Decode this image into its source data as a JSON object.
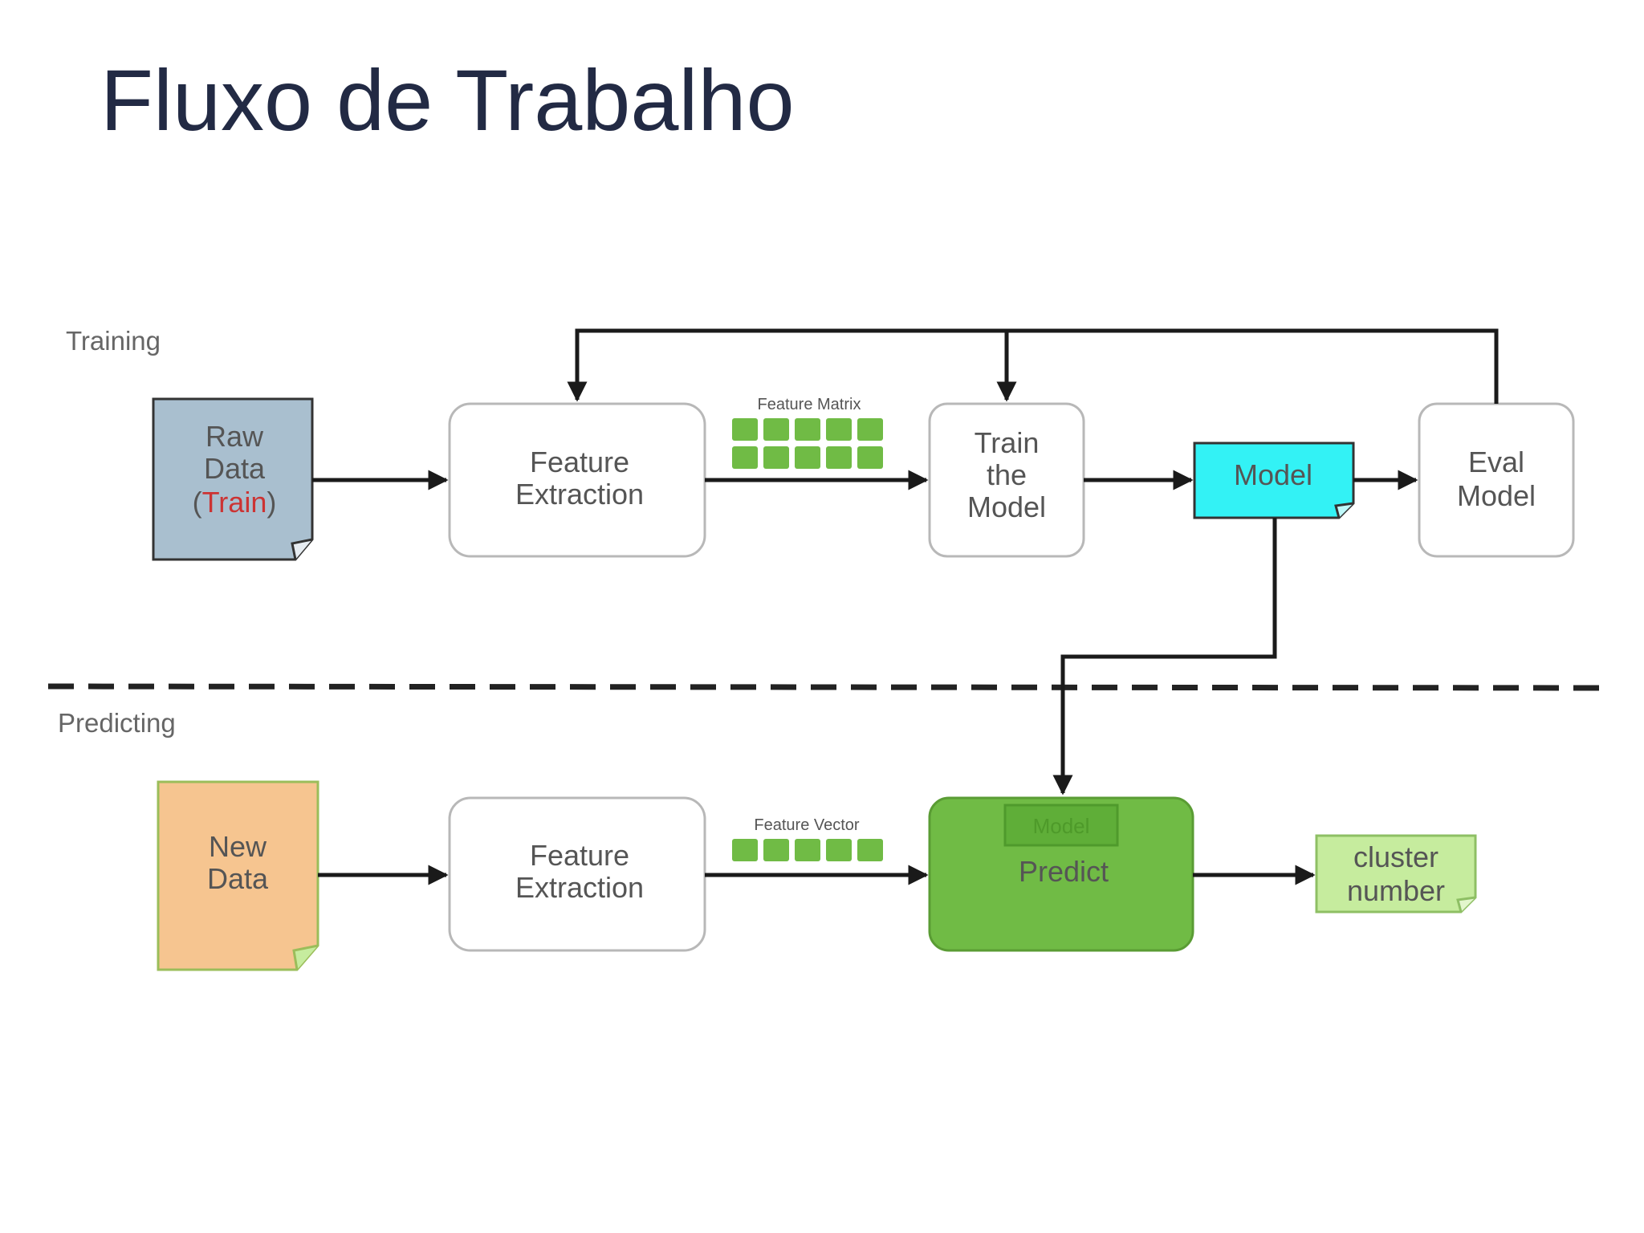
{
  "title": "Fluxo de Trabalho",
  "sections": {
    "training": "Training",
    "predicting": "Predicting"
  },
  "training": {
    "raw_data": {
      "line1": "Raw",
      "line2": "Data",
      "paren_open": "(",
      "train": "Train",
      "paren_close": ")"
    },
    "feature_extraction": {
      "line1": "Feature",
      "line2": "Extraction"
    },
    "feature_matrix_label": "Feature Matrix",
    "feature_matrix_cells": {
      "rows": 2,
      "cols": 5
    },
    "train_model": {
      "line1": "Train",
      "line2": "the",
      "line3": "Model"
    },
    "model": "Model",
    "eval_model": {
      "line1": "Eval",
      "line2": "Model"
    }
  },
  "predicting": {
    "new_data": {
      "line1": "New",
      "line2": "Data"
    },
    "feature_extraction": {
      "line1": "Feature",
      "line2": "Extraction"
    },
    "feature_vector_label": "Feature Vector",
    "feature_vector_cells": {
      "rows": 1,
      "cols": 5
    },
    "predict": {
      "model_tag": "Model",
      "label": "Predict"
    },
    "cluster_number": {
      "line1": "cluster",
      "line2": "number"
    }
  },
  "colors": {
    "raw_data_fill": "#a9bfcf",
    "train_text": "#cc3333",
    "model_fill": "#33f2f5",
    "new_data_fill": "#f6c590",
    "predict_fill": "#70bb45",
    "matrix_cell": "#70bb45",
    "cluster_fill": "#c6ec9e"
  }
}
